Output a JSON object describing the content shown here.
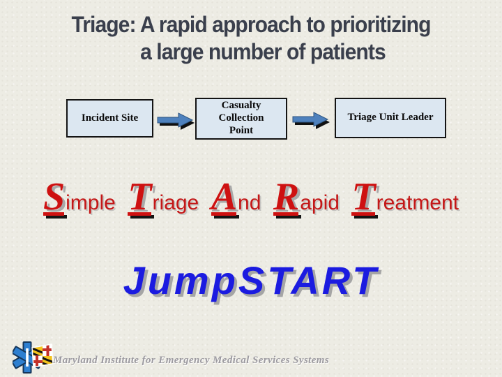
{
  "slide": {
    "title": {
      "line1": "Triage: A rapid approach to prioritizing",
      "line2": "a large number of patients"
    },
    "flow": {
      "boxes": [
        {
          "label": "Incident Site"
        },
        {
          "label": "Casualty Collection Point"
        },
        {
          "label": "Triage Unit Leader"
        }
      ],
      "arrow_icon": "right-arrow"
    },
    "acronym": {
      "words": [
        {
          "initial": "S",
          "rest": "imple"
        },
        {
          "initial": "T",
          "rest": "riage"
        },
        {
          "initial": "A",
          "rest": "nd"
        },
        {
          "initial": "R",
          "rest": "apid"
        },
        {
          "initial": "T",
          "rest": "reatment"
        }
      ]
    },
    "program_name": "JumpSTART",
    "footer": {
      "organization": "Maryland Institute for Emergency Medical Services Systems",
      "logo": "star-of-life-with-maryland-flag"
    }
  },
  "colors": {
    "background": "#edece4",
    "title_text": "#3a3f4c",
    "box_fill": "#dce7f1",
    "box_border": "#141414",
    "arrow_blue": "#4e81bd",
    "accent_red": "#ce1111",
    "jumpstart_blue": "#1b1be0",
    "footer_gray": "#9c9aa0"
  }
}
